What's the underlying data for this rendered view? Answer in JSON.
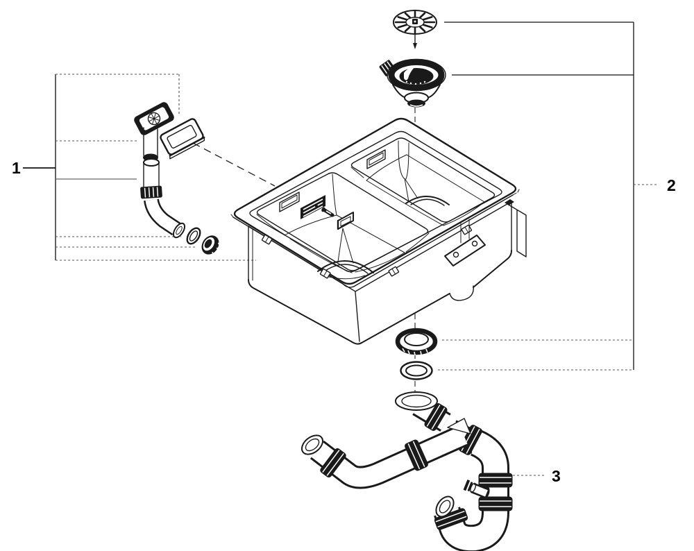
{
  "figure": {
    "type": "exploded-parts-diagram",
    "subject": "double-bowl-kitchen-sink-with-drain-and-overflow-set",
    "background": "#ffffff",
    "line_color": "#1a1a1a",
    "leader_line_color": "#555555",
    "callouts": [
      {
        "label": "1",
        "part": "overflow-kit",
        "side": "left"
      },
      {
        "label": "2",
        "part": "strainer-waste-set",
        "side": "right"
      },
      {
        "label": "3",
        "part": "drain-trap-pipe-assembly",
        "side": "right"
      }
    ],
    "parts": [
      "strainer-cap",
      "basket-strainer",
      "double-bowl-sink",
      "overflow-cover-plate",
      "overflow-escutcheon-frame",
      "overflow-pipe",
      "overflow-elbow",
      "seal-ring",
      "union-nut",
      "locking-ring",
      "o-ring-gasket",
      "drain-inlet-flange",
      "pipe-coupling-nuts",
      "dishwasher-hose-barb",
      "u-trap",
      "outlet-elbows",
      "mounting-bracket-plate"
    ]
  }
}
